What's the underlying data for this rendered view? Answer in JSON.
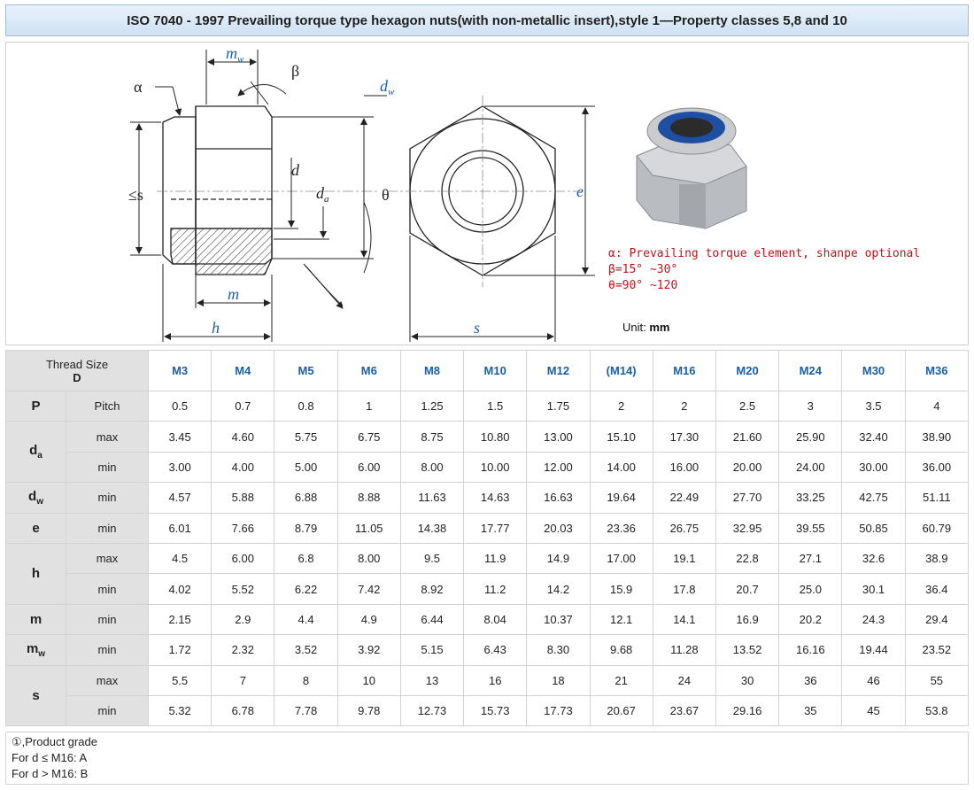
{
  "title": "ISO 7040 - 1997 Prevailing torque type hexagon nuts(with non-metallic insert),style 1—Property classes 5,8 and 10",
  "drawing": {
    "labels": {
      "alpha": "α",
      "beta": "β",
      "theta": "θ",
      "mw": "m",
      "mw_sub": "w",
      "dw": "d",
      "dw_sub": "w",
      "s_max": "≤s",
      "d": "d",
      "da": "d",
      "da_sub": "a",
      "m": "m",
      "h": "h",
      "e": "e",
      "s": "s"
    },
    "legend": [
      "α: Prevailing torque element, shanpe optional",
      "β=15° ~30°",
      "θ=90° ~120"
    ],
    "unit_label": "Unit:",
    "unit_value": "mm",
    "colors": {
      "nut_body": "#c7c9cc",
      "insert": "#1e4fa3",
      "legend_text": "#c0141c",
      "header_text": "#1a5fa8"
    }
  },
  "table": {
    "corner_line1": "Thread Size",
    "corner_line2": "D",
    "sizes": [
      "M3",
      "M4",
      "M5",
      "M6",
      "M8",
      "M10",
      "M12",
      "(M14)",
      "M16",
      "M20",
      "M24",
      "M30",
      "M36"
    ],
    "rows": [
      {
        "param": "P",
        "sub": "",
        "kind": "Pitch",
        "rowspan": 1,
        "values": [
          "0.5",
          "0.7",
          "0.8",
          "1",
          "1.25",
          "1.5",
          "1.75",
          "2",
          "2",
          "2.5",
          "3",
          "3.5",
          "4"
        ]
      },
      {
        "param": "d",
        "sub": "a",
        "kind": "max",
        "rowspan": 2,
        "values": [
          "3.45",
          "4.60",
          "5.75",
          "6.75",
          "8.75",
          "10.80",
          "13.00",
          "15.10",
          "17.30",
          "21.60",
          "25.90",
          "32.40",
          "38.90"
        ]
      },
      {
        "param": "",
        "sub": "",
        "kind": "min",
        "rowspan": 0,
        "values": [
          "3.00",
          "4.00",
          "5.00",
          "6.00",
          "8.00",
          "10.00",
          "12.00",
          "14.00",
          "16.00",
          "20.00",
          "24.00",
          "30.00",
          "36.00"
        ]
      },
      {
        "param": "d",
        "sub": "w",
        "kind": "min",
        "rowspan": 1,
        "values": [
          "4.57",
          "5.88",
          "6.88",
          "8.88",
          "11.63",
          "14.63",
          "16.63",
          "19.64",
          "22.49",
          "27.70",
          "33.25",
          "42.75",
          "51.11"
        ]
      },
      {
        "param": "e",
        "sub": "",
        "kind": "min",
        "rowspan": 1,
        "values": [
          "6.01",
          "7.66",
          "8.79",
          "11.05",
          "14.38",
          "17.77",
          "20.03",
          "23.36",
          "26.75",
          "32.95",
          "39.55",
          "50.85",
          "60.79"
        ]
      },
      {
        "param": "h",
        "sub": "",
        "kind": "max",
        "rowspan": 2,
        "values": [
          "4.5",
          "6.00",
          "6.8",
          "8.00",
          "9.5",
          "11.9",
          "14.9",
          "17.00",
          "19.1",
          "22.8",
          "27.1",
          "32.6",
          "38.9"
        ]
      },
      {
        "param": "",
        "sub": "",
        "kind": "min",
        "rowspan": 0,
        "values": [
          "4.02",
          "5.52",
          "6.22",
          "7.42",
          "8.92",
          "11.2",
          "14.2",
          "15.9",
          "17.8",
          "20.7",
          "25.0",
          "30.1",
          "36.4"
        ]
      },
      {
        "param": "m",
        "sub": "",
        "kind": "min",
        "rowspan": 1,
        "values": [
          "2.15",
          "2.9",
          "4.4",
          "4.9",
          "6.44",
          "8.04",
          "10.37",
          "12.1",
          "14.1",
          "16.9",
          "20.2",
          "24.3",
          "29.4"
        ]
      },
      {
        "param": "m",
        "sub": "w",
        "kind": "min",
        "rowspan": 1,
        "values": [
          "1.72",
          "2.32",
          "3.52",
          "3.92",
          "5.15",
          "6.43",
          "8.30",
          "9.68",
          "11.28",
          "13.52",
          "16.16",
          "19.44",
          "23.52"
        ]
      },
      {
        "param": "s",
        "sub": "",
        "kind": "max",
        "rowspan": 2,
        "values": [
          "5.5",
          "7",
          "8",
          "10",
          "13",
          "16",
          "18",
          "21",
          "24",
          "30",
          "36",
          "46",
          "55"
        ]
      },
      {
        "param": "",
        "sub": "",
        "kind": "min",
        "rowspan": 0,
        "values": [
          "5.32",
          "6.78",
          "7.78",
          "9.78",
          "12.73",
          "15.73",
          "17.73",
          "20.67",
          "23.67",
          "29.16",
          "35",
          "45",
          "53.8"
        ]
      }
    ]
  },
  "notes": [
    "①,Product grade",
    "For d ≤ M16:  A",
    "For d  >  M16:  B"
  ]
}
